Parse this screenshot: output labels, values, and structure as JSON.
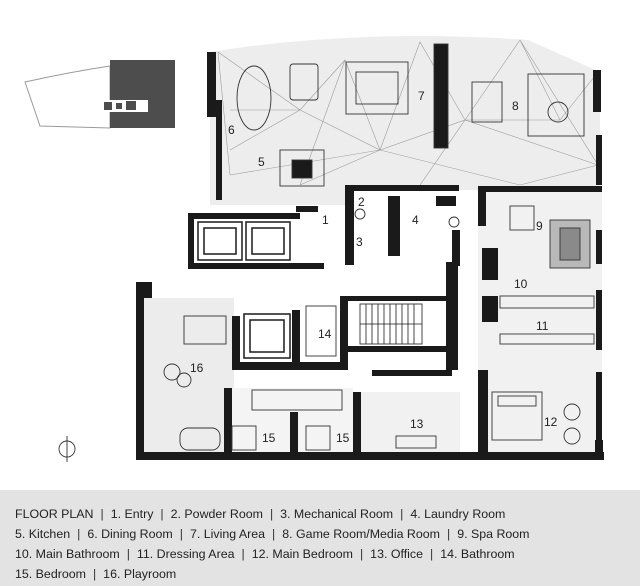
{
  "legend": {
    "title": "FLOOR PLAN",
    "separator": "|",
    "rows": [
      [
        "1. Entry",
        "2. Powder Room",
        "3. Mechanical Room",
        "4. Laundry Room"
      ],
      [
        "5. Kitchen",
        "6. Dining Room",
        "7. Living Area",
        "8. Game Room/Media Room",
        "9. Spa Room"
      ],
      [
        "10. Main Bathroom",
        "11. Dressing Area",
        "12. Main Bedroom",
        "13. Office",
        "14. Bathroom"
      ],
      [
        "15. Bedroom",
        "16. Playroom"
      ]
    ]
  },
  "rooms": [
    {
      "id": "entry",
      "num": "1"
    },
    {
      "id": "powder-room",
      "num": "2"
    },
    {
      "id": "mechanical-room",
      "num": "3"
    },
    {
      "id": "laundry-room",
      "num": "4"
    },
    {
      "id": "kitchen",
      "num": "5"
    },
    {
      "id": "dining-room",
      "num": "6"
    },
    {
      "id": "living-area",
      "num": "7"
    },
    {
      "id": "game-room",
      "num": "8"
    },
    {
      "id": "spa-room",
      "num": "9"
    },
    {
      "id": "main-bathroom",
      "num": "10"
    },
    {
      "id": "dressing-area",
      "num": "11"
    },
    {
      "id": "main-bedroom",
      "num": "12"
    },
    {
      "id": "office",
      "num": "13"
    },
    {
      "id": "bathroom",
      "num": "14"
    },
    {
      "id": "bedroom-a",
      "num": "15"
    },
    {
      "id": "bedroom-b",
      "num": "15"
    },
    {
      "id": "playroom",
      "num": "16"
    }
  ]
}
